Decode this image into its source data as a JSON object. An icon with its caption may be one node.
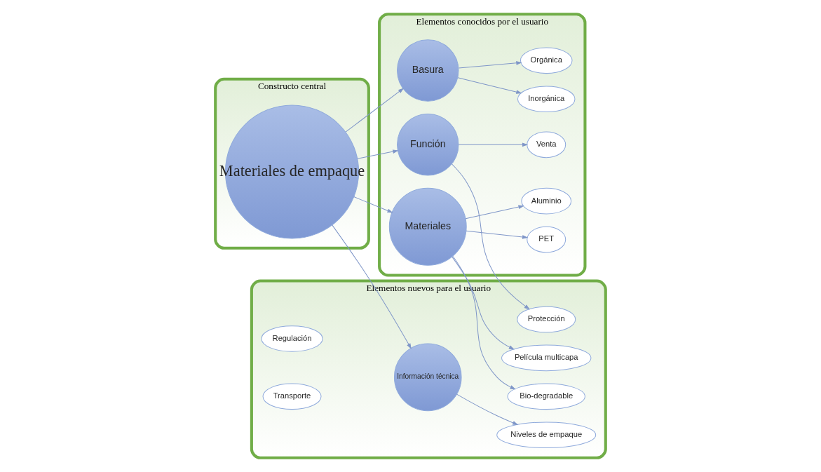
{
  "diagram": {
    "nodes": [
      {
        "text": [
          "Constructo central"
        ]
      },
      {
        "text": [
          "Materiales de empaque"
        ],
        "in": 0
      },
      {
        "text": [
          "Elementos conocidos por el usuario"
        ]
      },
      {
        "text": [
          "Función"
        ],
        "in": 2
      },
      {
        "text": [
          "Venta"
        ],
        "in": 2
      },
      {
        "text": [
          "Materiales"
        ],
        "in": 2
      },
      {
        "text": [
          "PET"
        ],
        "in": 2
      },
      {
        "text": [
          "Aluminio"
        ],
        "in": 2
      },
      {
        "text": [
          "Basura"
        ],
        "in": 2
      },
      {
        "text": [
          "Inorgánica"
        ],
        "in": 2
      },
      {
        "text": [
          "Orgánica"
        ],
        "in": 2
      },
      {
        "text": [
          "Elementos nuevos para el usuario"
        ]
      },
      {
        "text": [
          "Protección"
        ],
        "in": 11
      },
      {
        "text": [
          "Regulación"
        ],
        "in": 11
      },
      {
        "text": [
          "Transporte"
        ],
        "in": 11
      },
      {
        "text": [
          "Información técnica"
        ],
        "in": 11
      },
      {
        "text": [
          "Niveles de empaque"
        ],
        "in": 11
      },
      {
        "text": [
          "Bio-degradable"
        ],
        "in": 11
      },
      {
        "text": [
          "Película multicapa"
        ],
        "in": 11
      }
    ],
    "edges": [
      {
        "from": 1,
        "to": 3,
        "arrow": "to"
      },
      {
        "from": 1,
        "to": 15,
        "arrow": "to"
      },
      {
        "from": 1,
        "to": 5,
        "arrow": "to"
      },
      {
        "from": 1,
        "to": 8,
        "arrow": "to"
      },
      {
        "from": 3,
        "to": 12,
        "arrow": "to"
      },
      {
        "from": 3,
        "to": 4,
        "arrow": "to"
      },
      {
        "from": 5,
        "to": 6,
        "arrow": "to"
      },
      {
        "from": 5,
        "to": 7,
        "arrow": "to"
      },
      {
        "from": 5,
        "to": 17,
        "arrow": "to"
      },
      {
        "from": 5,
        "to": 18,
        "arrow": "to"
      },
      {
        "from": 8,
        "to": 9,
        "arrow": "to"
      },
      {
        "from": 8,
        "to": 10,
        "arrow": "to"
      },
      {
        "from": 15,
        "to": 16,
        "arrow": "to"
      }
    ]
  }
}
